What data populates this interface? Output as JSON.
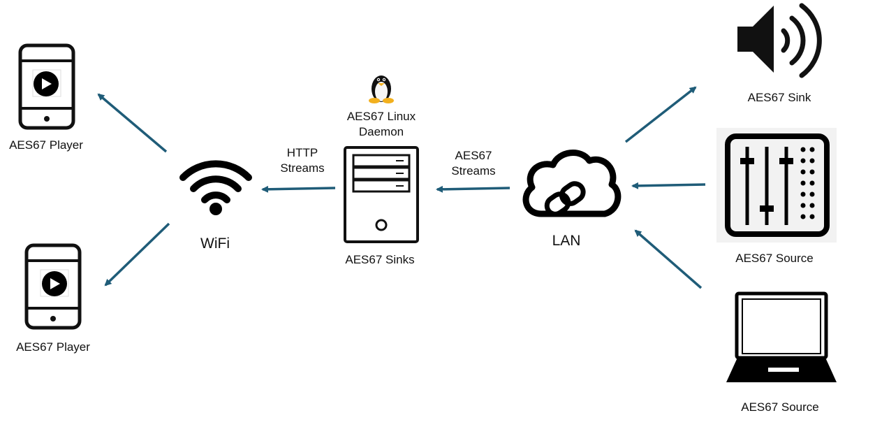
{
  "labels": {
    "player_top": "AES67 Player",
    "player_bottom": "AES67 Player",
    "wifi": "WiFi",
    "http_streams_line1": "HTTP",
    "http_streams_line2": "Streams",
    "daemon_line1": "AES67 Linux",
    "daemon_line2": "Daemon",
    "sinks": "AES67 Sinks",
    "aes67_streams_line1": "AES67",
    "aes67_streams_line2": "Streams",
    "lan": "LAN",
    "sink": "AES67 Sink",
    "source_mixer": "AES67 Source",
    "source_laptop": "AES67 Source"
  },
  "colors": {
    "arrow": "#1f5c78",
    "icon": "#111111"
  },
  "icons": {
    "player_top": "smartphone-icon",
    "player_bottom": "smartphone-icon",
    "wifi": "wifi-icon",
    "linux": "tux-penguin-icon",
    "server": "server-tower-icon",
    "lan": "cloud-link-icon",
    "sink": "speaker-icon",
    "source_mixer": "mixer-fader-icon",
    "source_laptop": "laptop-icon"
  }
}
